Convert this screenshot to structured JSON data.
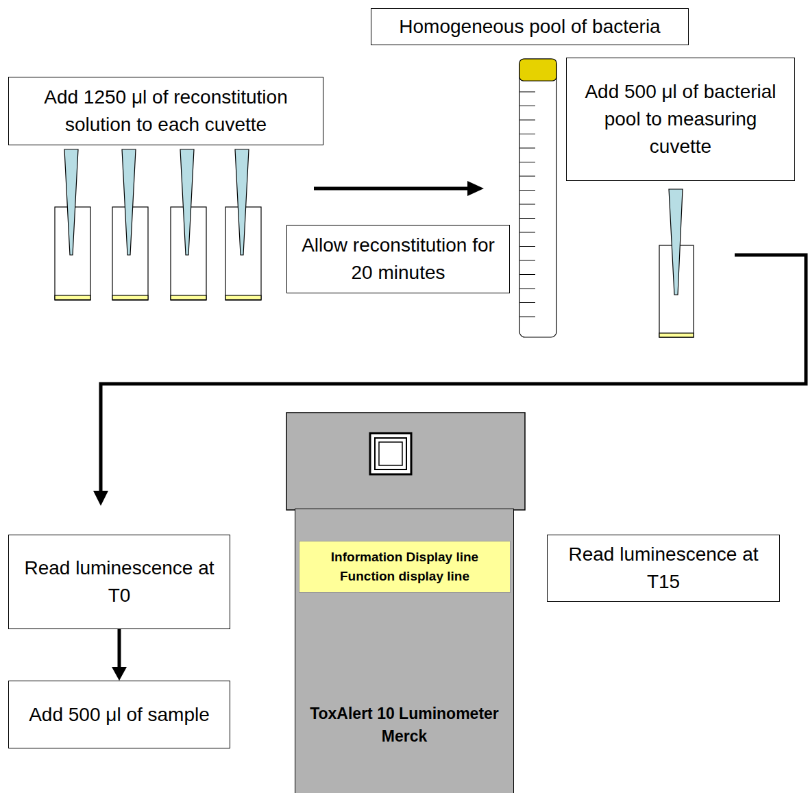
{
  "diagram": {
    "nodes": [
      {
        "text": [
          "Homogeneous pool of bacteria"
        ]
      },
      {
        "text": [
          "Add 1250 μl of reconstitution solution to each cuvette"
        ]
      },
      {
        "text": [
          "Add 500 μl of bacterial pool to measuring cuvette"
        ]
      },
      {
        "text": [
          "Allow reconstitution for 20 minutes"
        ]
      },
      {
        "text": [
          "Read luminescence at T0"
        ]
      },
      {
        "text": [
          "Add 500 μl of sample"
        ]
      },
      {
        "text": [
          "Read luminescence at T15"
        ]
      },
      {
        "text": [
          "ToxAlert 10 Luminometer Merck"
        ]
      },
      {
        "text": [
          "Information Display line",
          "Function display line"
        ],
        "in": 7
      }
    ],
    "edges": [
      {
        "from": 4,
        "to": 5,
        "arrow": "to"
      }
    ]
  }
}
